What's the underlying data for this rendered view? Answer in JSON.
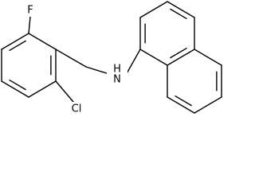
{
  "molecule": {
    "atoms": {
      "fluorine": "F",
      "nitrogen": "N",
      "hydrogen": "H",
      "chlorine": "Cl"
    },
    "colors": {
      "bond": "#000000",
      "label": "#000000",
      "background": "#ffffff"
    }
  }
}
